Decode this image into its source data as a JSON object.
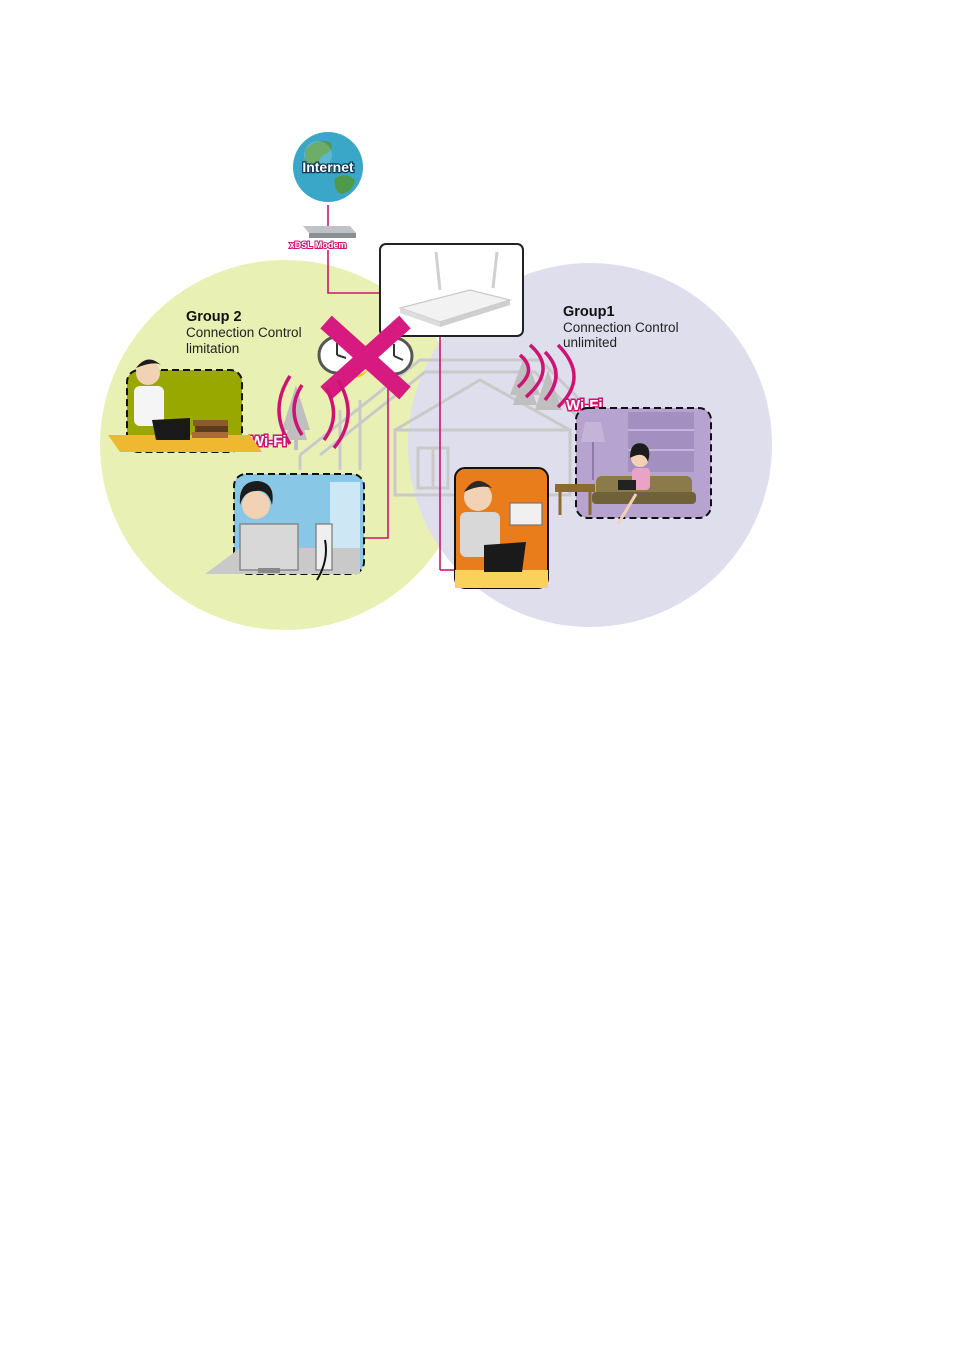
{
  "internet": {
    "label": "Internet"
  },
  "modem": {
    "label": "xDSL Modem"
  },
  "group2": {
    "title": "Group 2",
    "line1": "Connection Control",
    "line2": "limitation"
  },
  "group1": {
    "title": "Group1",
    "line1": "Connection Control",
    "line2": "unlimited"
  },
  "wifi_left": {
    "label": "Wi-Fi"
  },
  "wifi_right": {
    "label": "Wi-Fi"
  },
  "colors": {
    "group2_bg": "#e8f1b3",
    "group1_bg": "#dedeed",
    "accent": "#cc1473",
    "globe": "#3aa7c9"
  }
}
